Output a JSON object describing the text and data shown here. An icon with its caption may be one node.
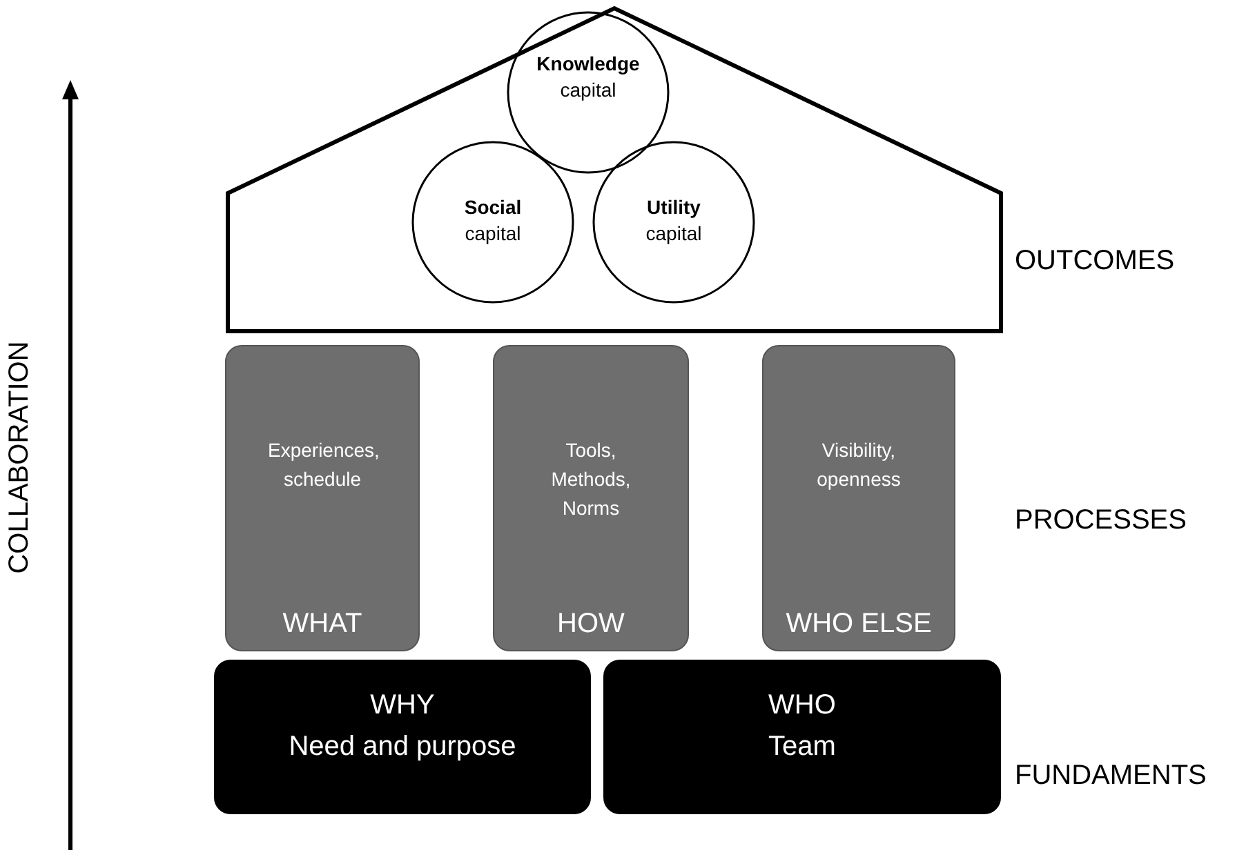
{
  "diagram": {
    "nodes": [
      {
        "text": [],
        "shape": "pentagon"
      },
      {
        "text": [
          "**Knowledge** capital"
        ],
        "in": 0
      },
      {
        "text": [
          "**Social** capital"
        ],
        "in": 0
      },
      {
        "text": [
          "**Utility** capital"
        ],
        "in": 0
      },
      {
        "text": [
          "Experiences, schedule",
          "WHAT"
        ]
      },
      {
        "text": [
          "Tools, Methods, Norms",
          "HOW"
        ]
      },
      {
        "text": [
          "Visibility, openness",
          "WHO ELSE"
        ]
      },
      {
        "text": [
          "WHY",
          "Need and purpose"
        ]
      },
      {
        "text": [
          "WHO",
          "Team"
        ]
      }
    ],
    "labels": [
      "COLLABORATION",
      "OUTCOMES",
      "PROCESSES",
      "FUNDAMENTS"
    ]
  }
}
